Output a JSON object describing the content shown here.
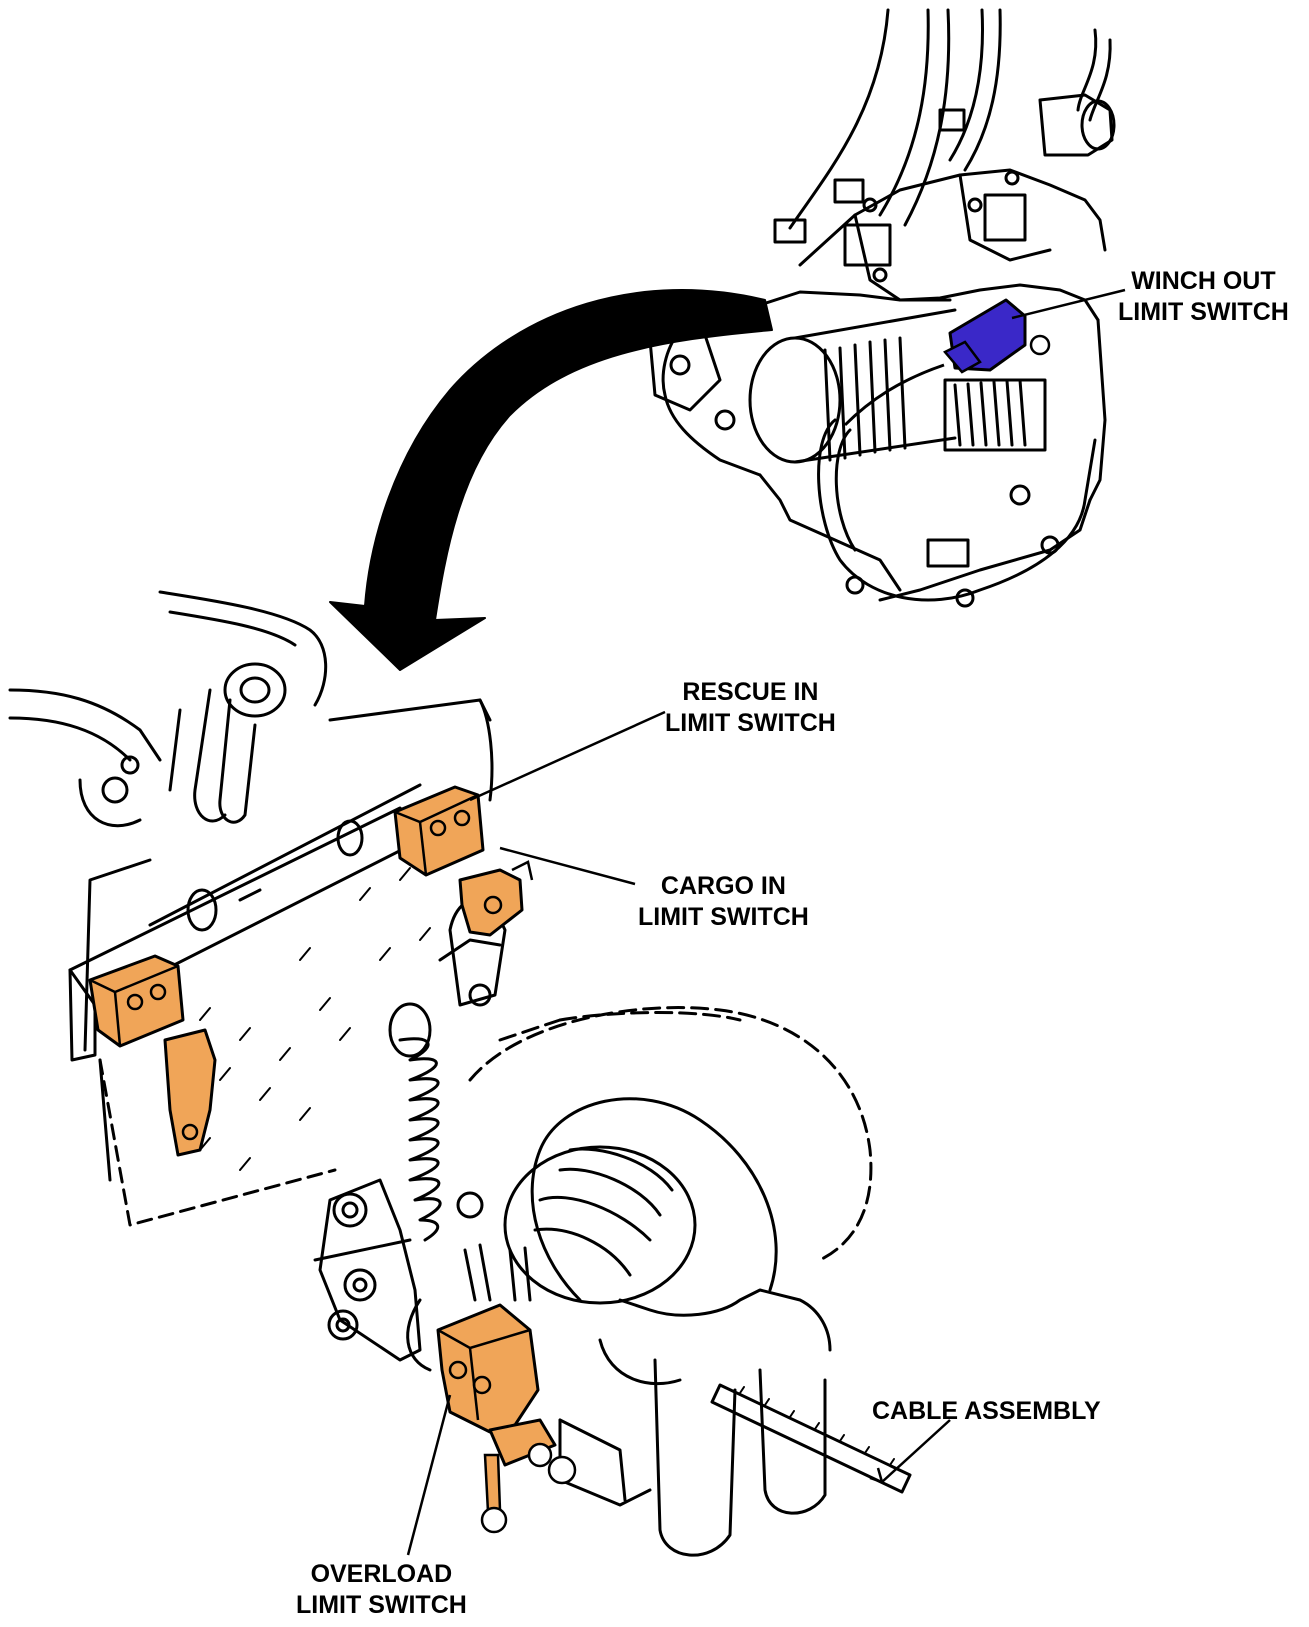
{
  "labels": {
    "winch_out": [
      "WINCH OUT",
      "LIMIT SWITCH"
    ],
    "rescue_in": [
      "RESCUE IN",
      "LIMIT SWITCH"
    ],
    "cargo_in": [
      "CARGO IN",
      "LIMIT SWITCH"
    ],
    "cable_assembly": [
      "CABLE ASSEMBLY"
    ],
    "overload": [
      "OVERLOAD",
      "LIMIT SWITCH"
    ]
  },
  "colors": {
    "line": "#000000",
    "background": "#ffffff",
    "cargo_rescue_overload_switch": "#f0a558",
    "winch_out_switch": "#3a28c8"
  }
}
